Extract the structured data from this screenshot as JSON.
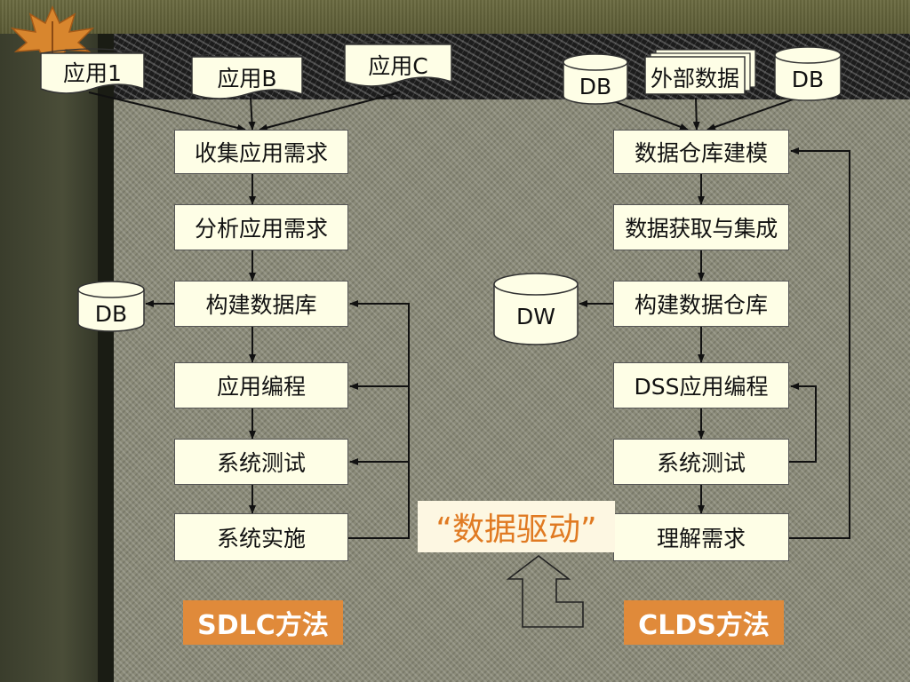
{
  "sdlc": {
    "sources": [
      "应用1",
      "应用B",
      "应用C"
    ],
    "steps": [
      "收集应用需求",
      "分析应用需求",
      "构建数据库",
      "应用编程",
      "系统测试",
      "系统实施"
    ],
    "db_label": "DB",
    "method_label": "SDLC方法"
  },
  "clds": {
    "sources": {
      "db_left": "DB",
      "external": "外部数据",
      "db_right": "DB"
    },
    "steps": [
      "数据仓库建模",
      "数据获取与集成",
      "构建数据仓库",
      "DSS应用编程",
      "系统测试",
      "理解需求"
    ],
    "dw_label": "DW",
    "method_label": "CLDS方法"
  },
  "data_driven_label": "“数据驱动”",
  "colors": {
    "accent_orange": "#e08a3a",
    "box_fill": "#fefee6",
    "panel": "#8a8a78"
  },
  "icons": [
    "maple-leaf-icon",
    "hollow-up-arrow-icon"
  ]
}
